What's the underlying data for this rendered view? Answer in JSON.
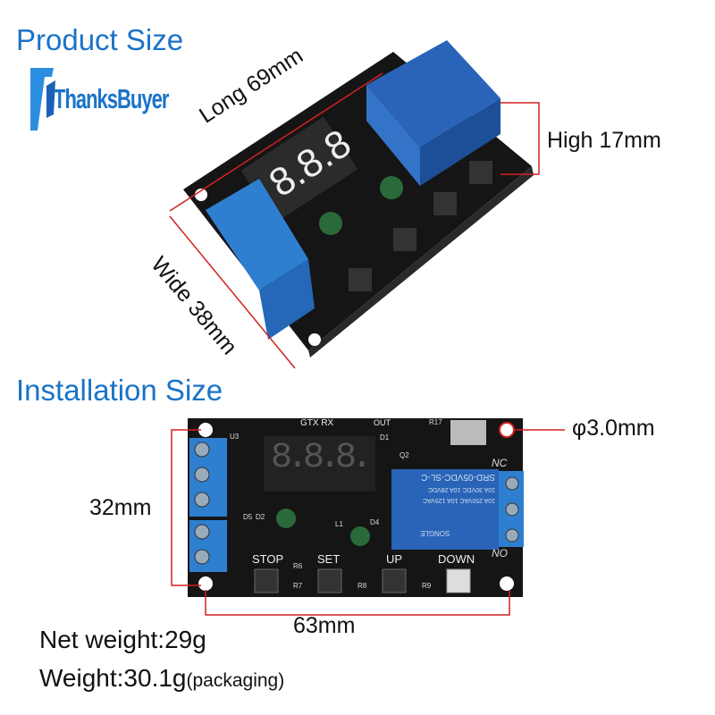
{
  "sections": {
    "product_size": "Product Size",
    "installation_size": "Installation Size"
  },
  "logo": {
    "text": "ThanksBuyer"
  },
  "dimensions": {
    "long": "Long 69mm",
    "wide": "Wide 38mm",
    "high": "High 17mm",
    "hole": "φ3.0mm",
    "hole_spacing_v": "32mm",
    "hole_spacing_h": "63mm"
  },
  "weights": {
    "net": "Net weight:29g",
    "gross": "Weight:30.1g",
    "gross_note": "(packaging)"
  },
  "board": {
    "header_labels": "GTX RX",
    "out": "OUT",
    "buttons": [
      "STOP",
      "SET",
      "UP",
      "DOWN"
    ],
    "relay_contacts": [
      "NC",
      "NO"
    ],
    "display": "8.8.8.",
    "relay_model": "SRD-05VDC-SL-C",
    "relay_rating1": "10A 250VAC  10A 125VAC",
    "relay_rating2": "10A 30VDC  10A 28VDC",
    "relay_brand": "SONGLE",
    "components": [
      "U3",
      "D1",
      "Q2",
      "D4",
      "D5",
      "D2",
      "L1",
      "R6",
      "R7",
      "R8",
      "R9",
      "R17"
    ]
  },
  "colors": {
    "accent": "#1a73c8",
    "dimension_line": "#d42020",
    "pcb": "#141414",
    "terminal": "#2f7fd0",
    "relay": "#2a64b8"
  }
}
